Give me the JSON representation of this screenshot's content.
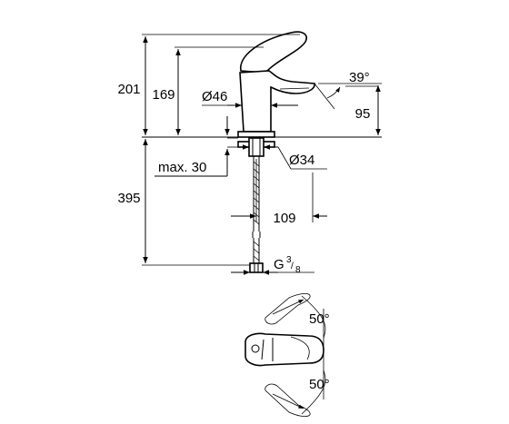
{
  "dimensions": {
    "total_height": "201",
    "spout_height": "169",
    "body_diameter": "Ø46",
    "lever_angle": "39°",
    "lever_height": "95",
    "max_thickness": "max. 30",
    "hole_diameter": "Ø34",
    "hose_length": "395",
    "projection": "109",
    "thread_prefix": "G",
    "thread_num": "3",
    "thread_den": "8",
    "rotation_up": "50°",
    "rotation_down": "50°"
  }
}
